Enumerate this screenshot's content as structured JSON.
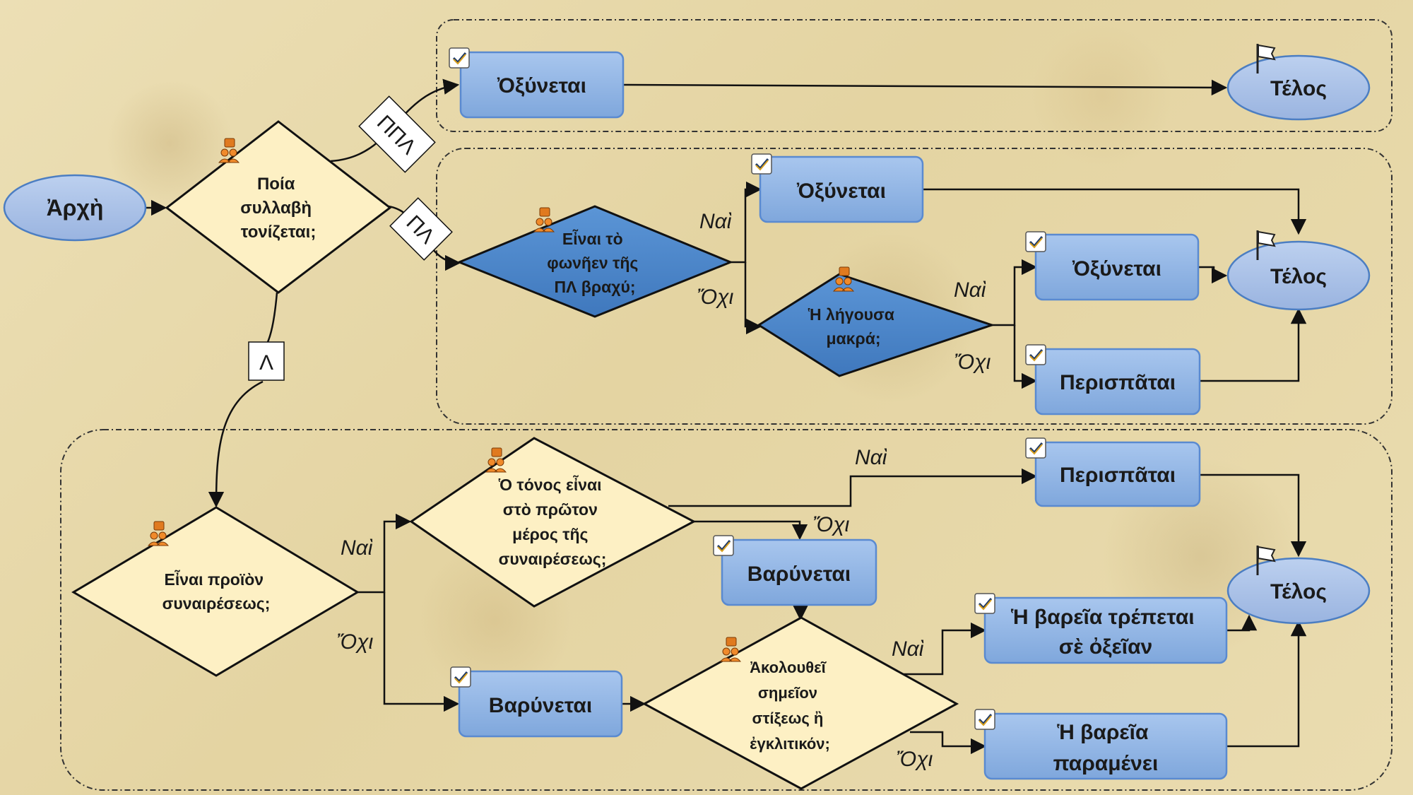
{
  "nodes": {
    "start": "Ἀρχὴ",
    "q_syllable": [
      "Ποία",
      "συλλαβὴ",
      "τονίζεται;"
    ],
    "ppl_result": "Ὀξύνεται",
    "end_1": "Τέλος",
    "q_vowel_short": [
      "Εἶναι τὸ",
      "φωνῆεν τῆς",
      "ΠΛ βραχύ;"
    ],
    "pl_yes_result": "Ὀξύνεται",
    "q_last_long": [
      "Ἡ λήγουσα",
      "μακρά;"
    ],
    "last_long_yes": "Ὀξύνεται",
    "last_long_no": "Περισπᾶται",
    "end_2": "Τέλος",
    "q_contraction": [
      "Εἶναι προϊὸν",
      "συναιρέσεως;"
    ],
    "q_first_part": [
      "Ὁ τόνος εἶναι",
      "στὸ πρῶτον",
      "μέρος τῆς",
      "συναιρέσεως;"
    ],
    "first_part_yes": "Περισπᾶται",
    "first_part_no": "Βαρύνεται",
    "contraction_no": "Βαρύνεται",
    "q_punctuation": [
      "Ἀκολουθεῖ",
      "σημεῖον",
      "στίξεως ἢ",
      "ἐγκλιτικόν;"
    ],
    "punct_yes": [
      "Ἡ βαρεῖα τρέπεται",
      "σὲ ὀξεῖαν"
    ],
    "punct_no": [
      "Ἡ βαρεῖα",
      "παραμένει"
    ],
    "end_3": "Τέλος"
  },
  "edge_labels": {
    "ppl": "ΠΠΛ",
    "pl": "ΠΛ",
    "l": "Λ",
    "yes": "Ναὶ",
    "no": "Ὄχι"
  },
  "icons": {
    "decision": "question-person-icon",
    "task": "checkbox-icon",
    "end": "flag-icon"
  },
  "colors": {
    "decision_light": "#fdf0c4",
    "decision_dark": "#4a86c8",
    "task": "#8fb4e3",
    "terminal": "#a9c0e6",
    "line": "#111111",
    "region_border": "#333333"
  }
}
